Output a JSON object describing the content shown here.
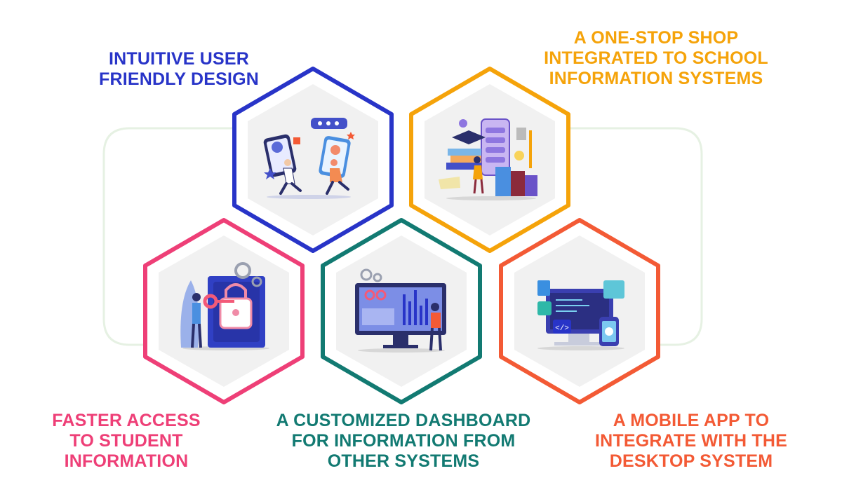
{
  "colors": {
    "blue": "#2834c8",
    "orange": "#f5a30a",
    "pink": "#ee3f77",
    "teal": "#127a72",
    "red_orange": "#f35a35",
    "connector": "#e6f1e3"
  },
  "features": [
    {
      "id": "intuitive",
      "lines": [
        "INTUITIVE USER",
        "FRIENDLY DESIGN"
      ],
      "color": "#2834c8",
      "icon": "people-with-phones-illustration"
    },
    {
      "id": "onestop",
      "lines": [
        "A ONE-STOP SHOP",
        "INTEGRATED TO SCHOOL",
        "INFORMATION SYSTEMS"
      ],
      "color": "#f5a30a",
      "icon": "education-books-phone-illustration"
    },
    {
      "id": "faster",
      "lines": [
        "FASTER ACCESS",
        "TO STUDENT",
        "INFORMATION"
      ],
      "color": "#ee3f77",
      "icon": "key-lock-access-illustration"
    },
    {
      "id": "dashboard",
      "lines": [
        "A CUSTOMIZED DASHBOARD",
        "FOR INFORMATION FROM",
        "OTHER SYSTEMS"
      ],
      "color": "#127a72",
      "icon": "dashboard-monitor-illustration"
    },
    {
      "id": "mobile",
      "lines": [
        "A MOBILE APP TO",
        "INTEGRATE WITH THE",
        "DESKTOP SYSTEM"
      ],
      "color": "#f35a35",
      "icon": "desktop-mobile-sync-illustration"
    }
  ]
}
